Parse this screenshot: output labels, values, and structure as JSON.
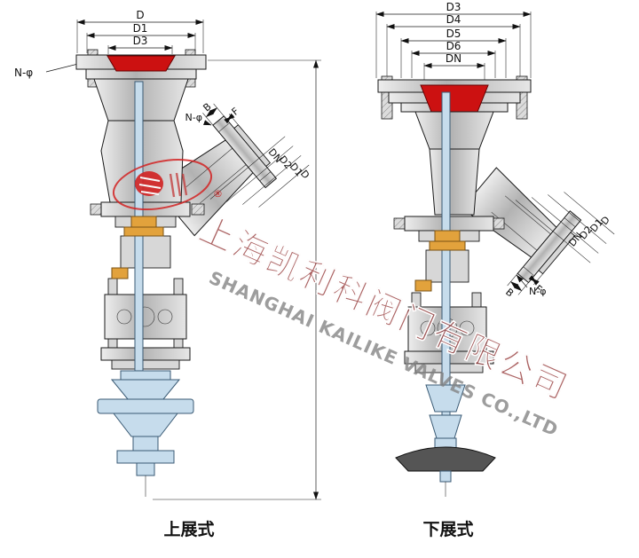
{
  "watermark": {
    "cn": "上海凯利科阀门有限公司",
    "en": "SHANGHAI KAILIKE VALVES CO.,LTD",
    "registered": "®"
  },
  "left_view": {
    "caption": "上展式",
    "dims": {
      "d": "D",
      "d1": "D1",
      "d3": "D3",
      "n_phi": "N-φ"
    },
    "branch": {
      "b": "B",
      "f": "F",
      "n_phi": "N-φ",
      "dn": "DN",
      "d2": "D2",
      "d1": "D1",
      "d": "D"
    }
  },
  "right_view": {
    "caption": "下展式",
    "dims": {
      "d3": "D3",
      "d4": "D4",
      "d5": "D5",
      "d6": "D6",
      "dn": "DN"
    },
    "branch": {
      "b": "B",
      "f": "F",
      "n_phi": "N-φ",
      "dn": "DN",
      "d2": "D2",
      "d1": "D1",
      "d": "D"
    }
  }
}
